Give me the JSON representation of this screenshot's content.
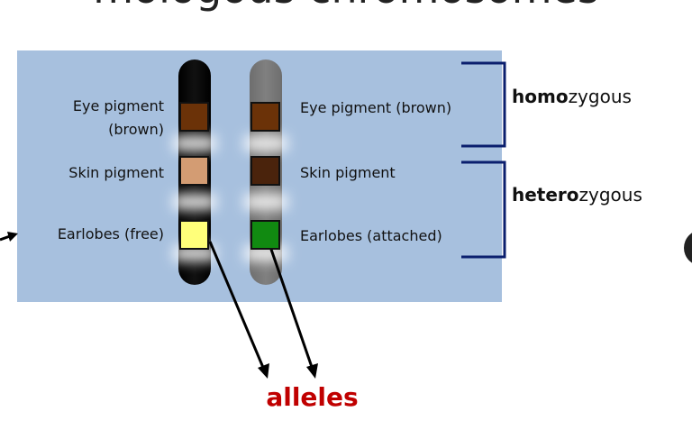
{
  "title": "mologous chromosomes",
  "labels_left": {
    "eye_line1": "Eye pigment",
    "eye_line2": "(brown)",
    "skin": "Skin pigment",
    "earlobes": "Earlobes (free)"
  },
  "labels_right": {
    "eye": "Eye pigment (brown)",
    "skin": "Skin pigment",
    "earlobes": "Earlobes (attached)"
  },
  "brackets": {
    "homo_bold": "homo",
    "homo_rest": "zygous",
    "hetero_bold": "hetero",
    "hetero_rest": "zygous"
  },
  "alleles_label": "alleles",
  "colors": {
    "panel": "#a7c0de",
    "bracket": "#0b1f6e",
    "alleles_text": "#c00000",
    "eye_brown": "#6b3208",
    "skin_light": "#d39c73",
    "skin_dark": "#4a230c",
    "earlobe_free": "#ffff7a",
    "earlobe_attached": "#118a11"
  }
}
